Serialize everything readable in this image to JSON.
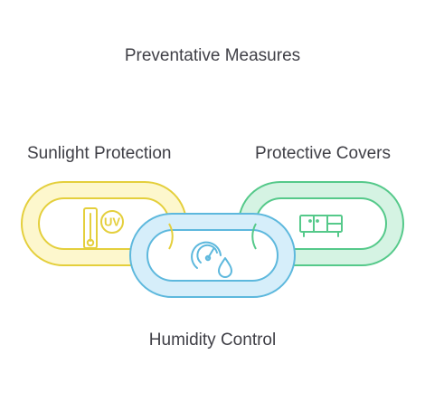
{
  "title": "Preventative Measures",
  "items": [
    {
      "label": "Sunlight Protection",
      "icon": "uv-thermometer-icon",
      "color": "#e4cf3c",
      "fill": "#fdf7cd"
    },
    {
      "label": "Humidity Control",
      "icon": "gauge-droplet-icon",
      "color": "#5db8dd",
      "fill": "#d6eefa"
    },
    {
      "label": "Protective Covers",
      "icon": "furniture-cabinet-icon",
      "color": "#55c98a",
      "fill": "#d5f3e3"
    }
  ],
  "icons": {
    "uv_text": "UV"
  }
}
